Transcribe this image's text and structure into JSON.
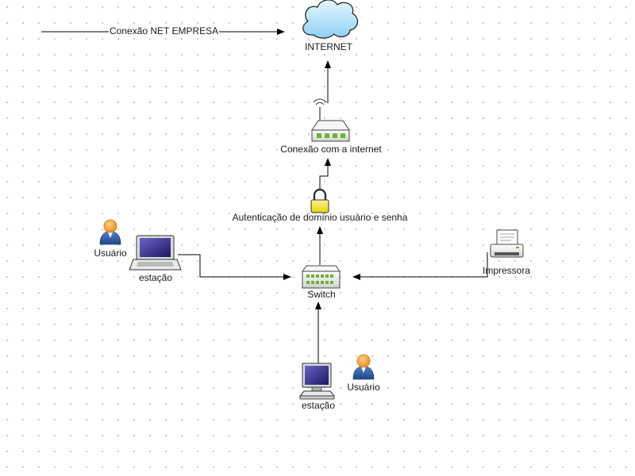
{
  "labels": {
    "net_connection": "Conexão NET EMPRESA",
    "internet": "INTERNET",
    "router": "Conexão com a internet",
    "auth": "Autenticação de domínio usuário e senha",
    "user_left": "Usuário",
    "laptop": "estação",
    "switch": "Switch",
    "printer": "Impressora",
    "desktop": "estação",
    "user_bottom": "Usuário"
  },
  "colors": {
    "line": "#000000",
    "cloud": "#bfe7fb",
    "lock": "#f2e62a",
    "device": "#e9ece9",
    "device_port": "#6fb234",
    "user_head": "#f4a126",
    "user_body": "#2c5aa0"
  },
  "icons": [
    "cloud-icon",
    "router-icon",
    "lock-icon",
    "switch-icon",
    "laptop-icon",
    "desktop-icon",
    "printer-icon",
    "user-icon"
  ]
}
